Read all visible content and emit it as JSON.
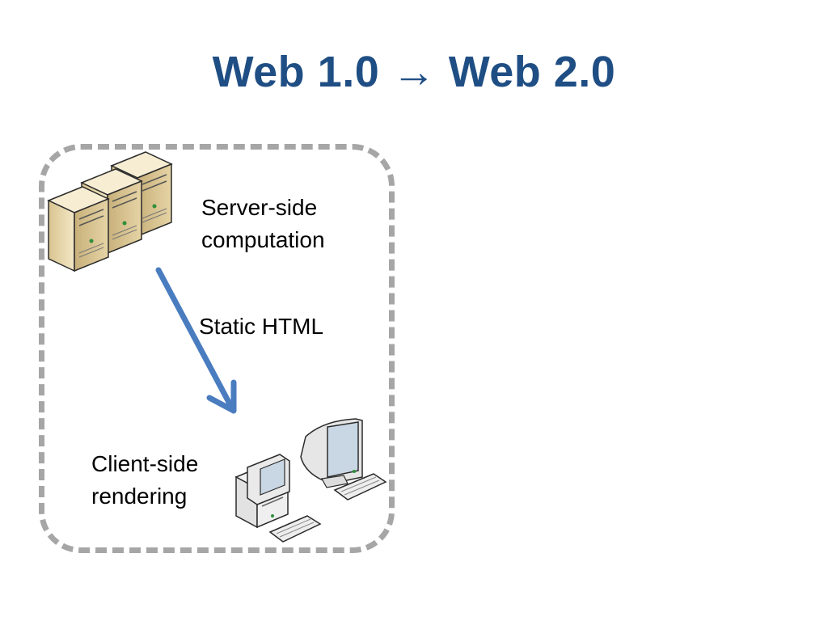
{
  "slide": {
    "title": "Web 1.0 → Web 2.0"
  },
  "diagram": {
    "server_label_line1": "Server-side",
    "server_label_line2": "computation",
    "arrow_label": "Static HTML",
    "client_label_line1": "Client-side",
    "client_label_line2": "rendering"
  },
  "colors": {
    "title": "#1f4e84",
    "arrow": "#4a7cc0",
    "frame": "#a6a6a6",
    "server_body": "#e9d9b0",
    "client_body": "#eeeeee"
  },
  "icons": [
    "server-cluster-icon",
    "arrow-down-icon",
    "desktop-computer-icon",
    "crt-monitor-icon"
  ]
}
